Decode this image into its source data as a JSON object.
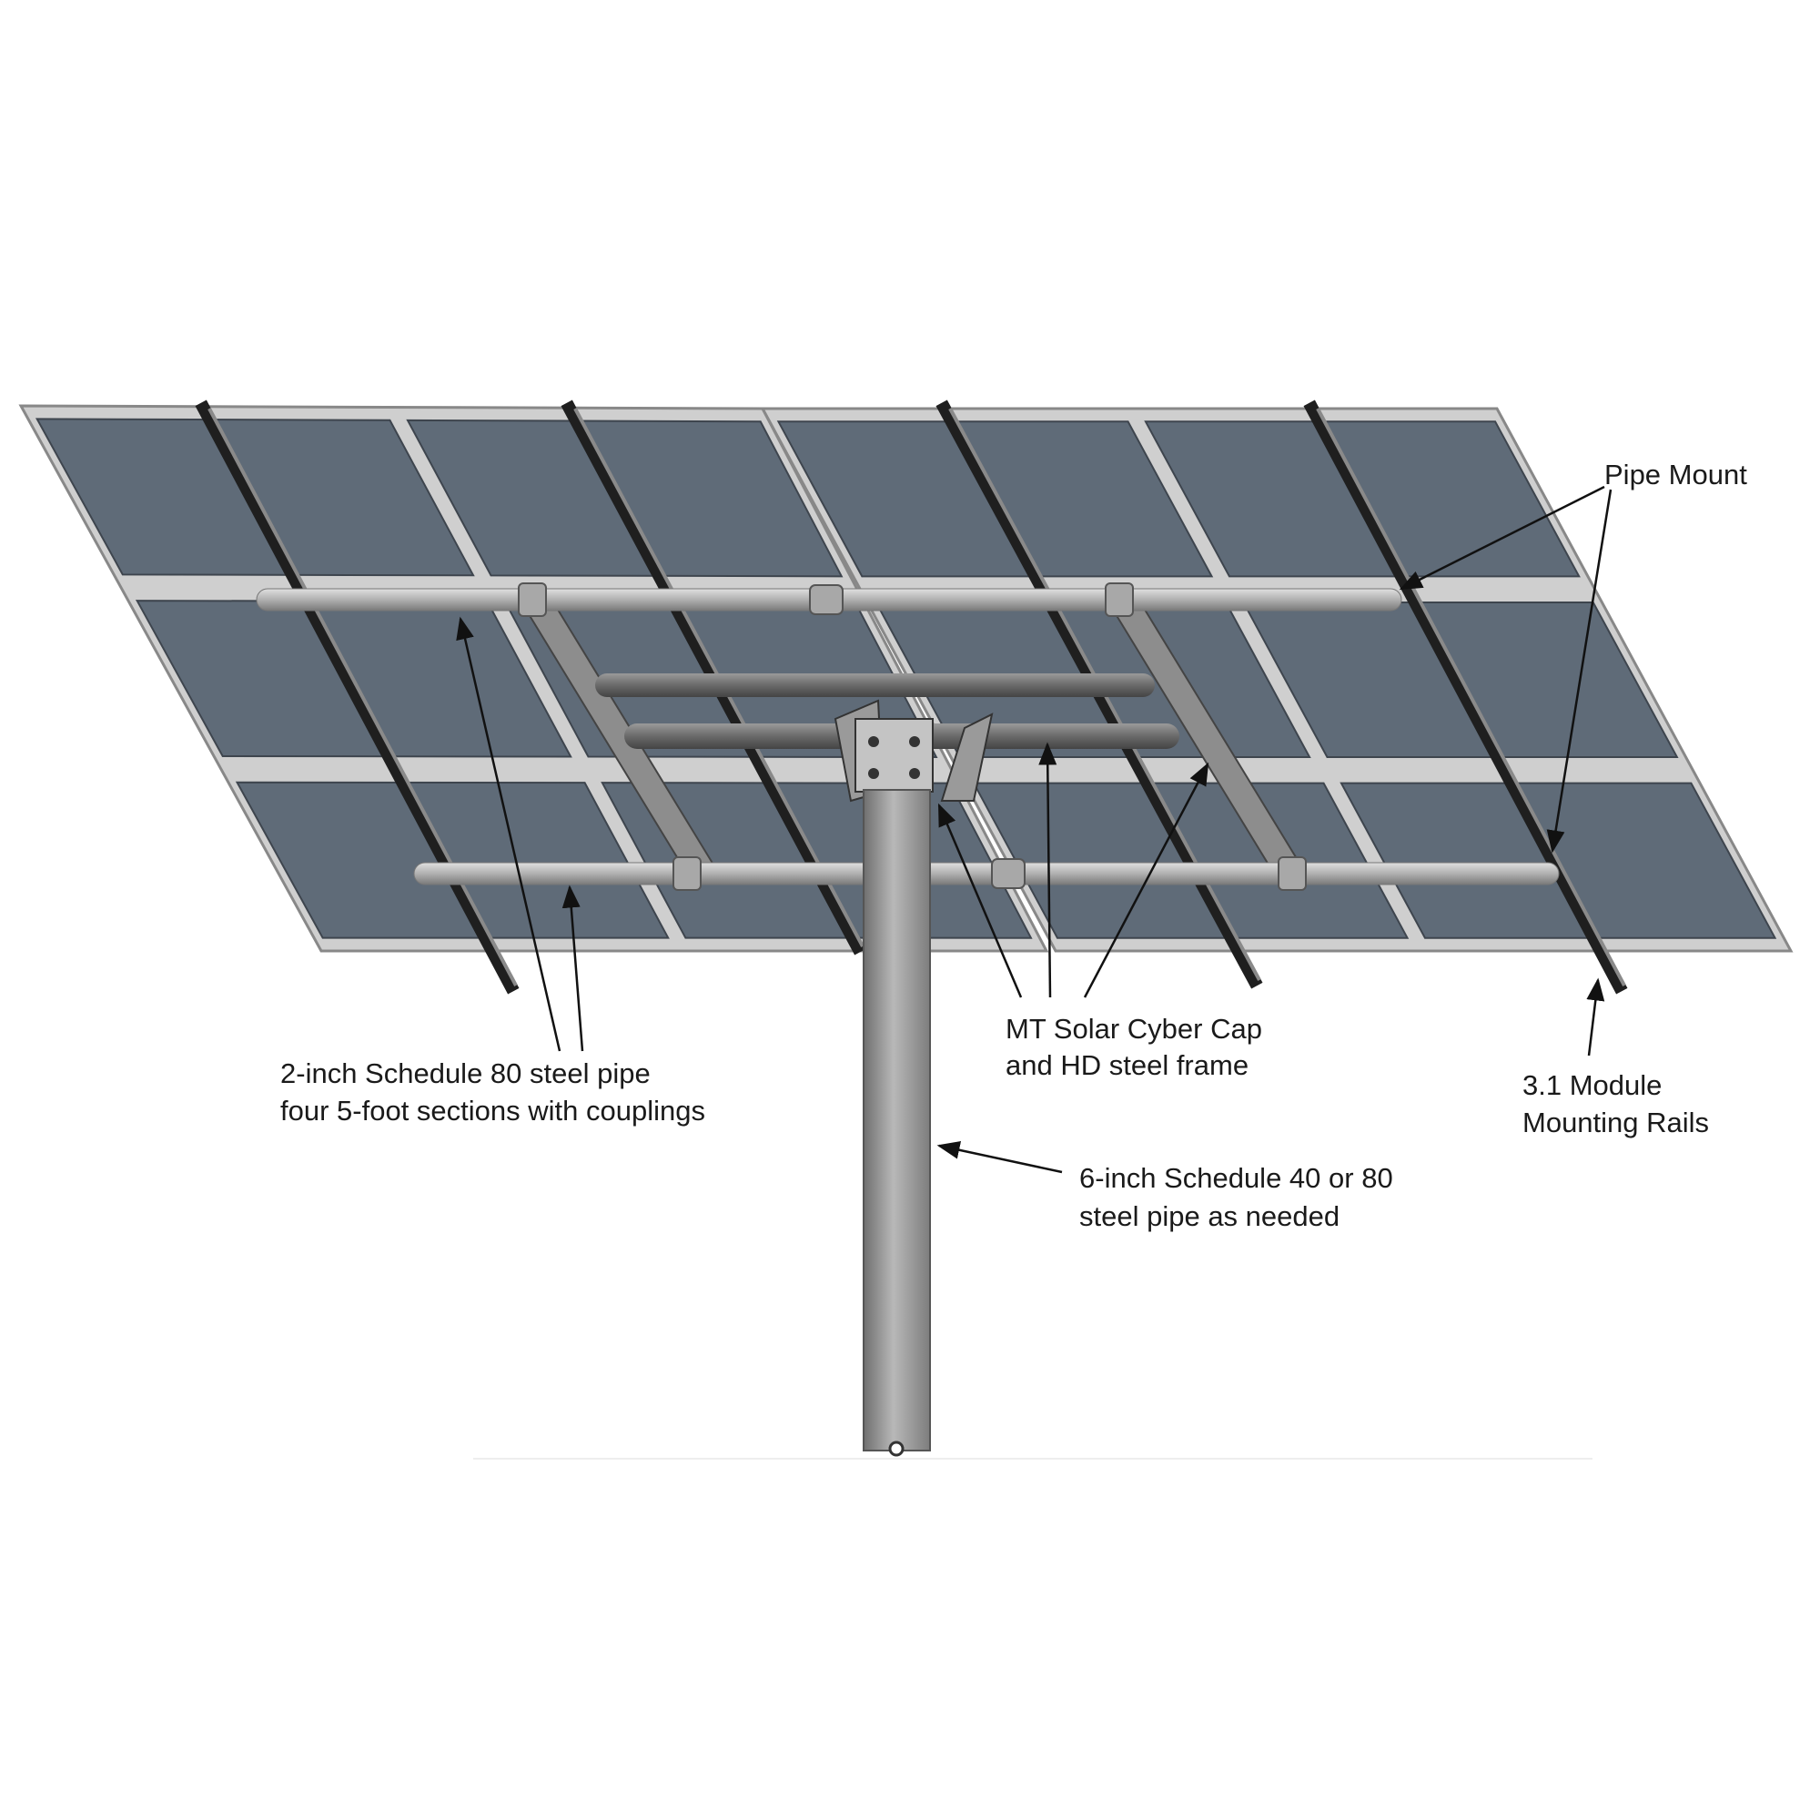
{
  "labels": {
    "pipe_mount": "Pipe Mount",
    "cyber_cap": [
      "MT Solar Cyber Cap",
      "and HD steel frame"
    ],
    "steel_pipe_2in": [
      "2-inch Schedule 80 steel pipe",
      "four 5-foot sections with couplings"
    ],
    "mounting_rails": [
      "3.1 Module",
      "Mounting Rails"
    ],
    "steel_pipe_6in": [
      "6-inch Schedule 40 or 80",
      "steel pipe as needed"
    ]
  },
  "colors": {
    "panel": "#5f6b78",
    "frame": "#c9c9c9",
    "pipe": "#b5b5b5",
    "rail": "#2a2a2a",
    "post": "#9a9a9a"
  }
}
